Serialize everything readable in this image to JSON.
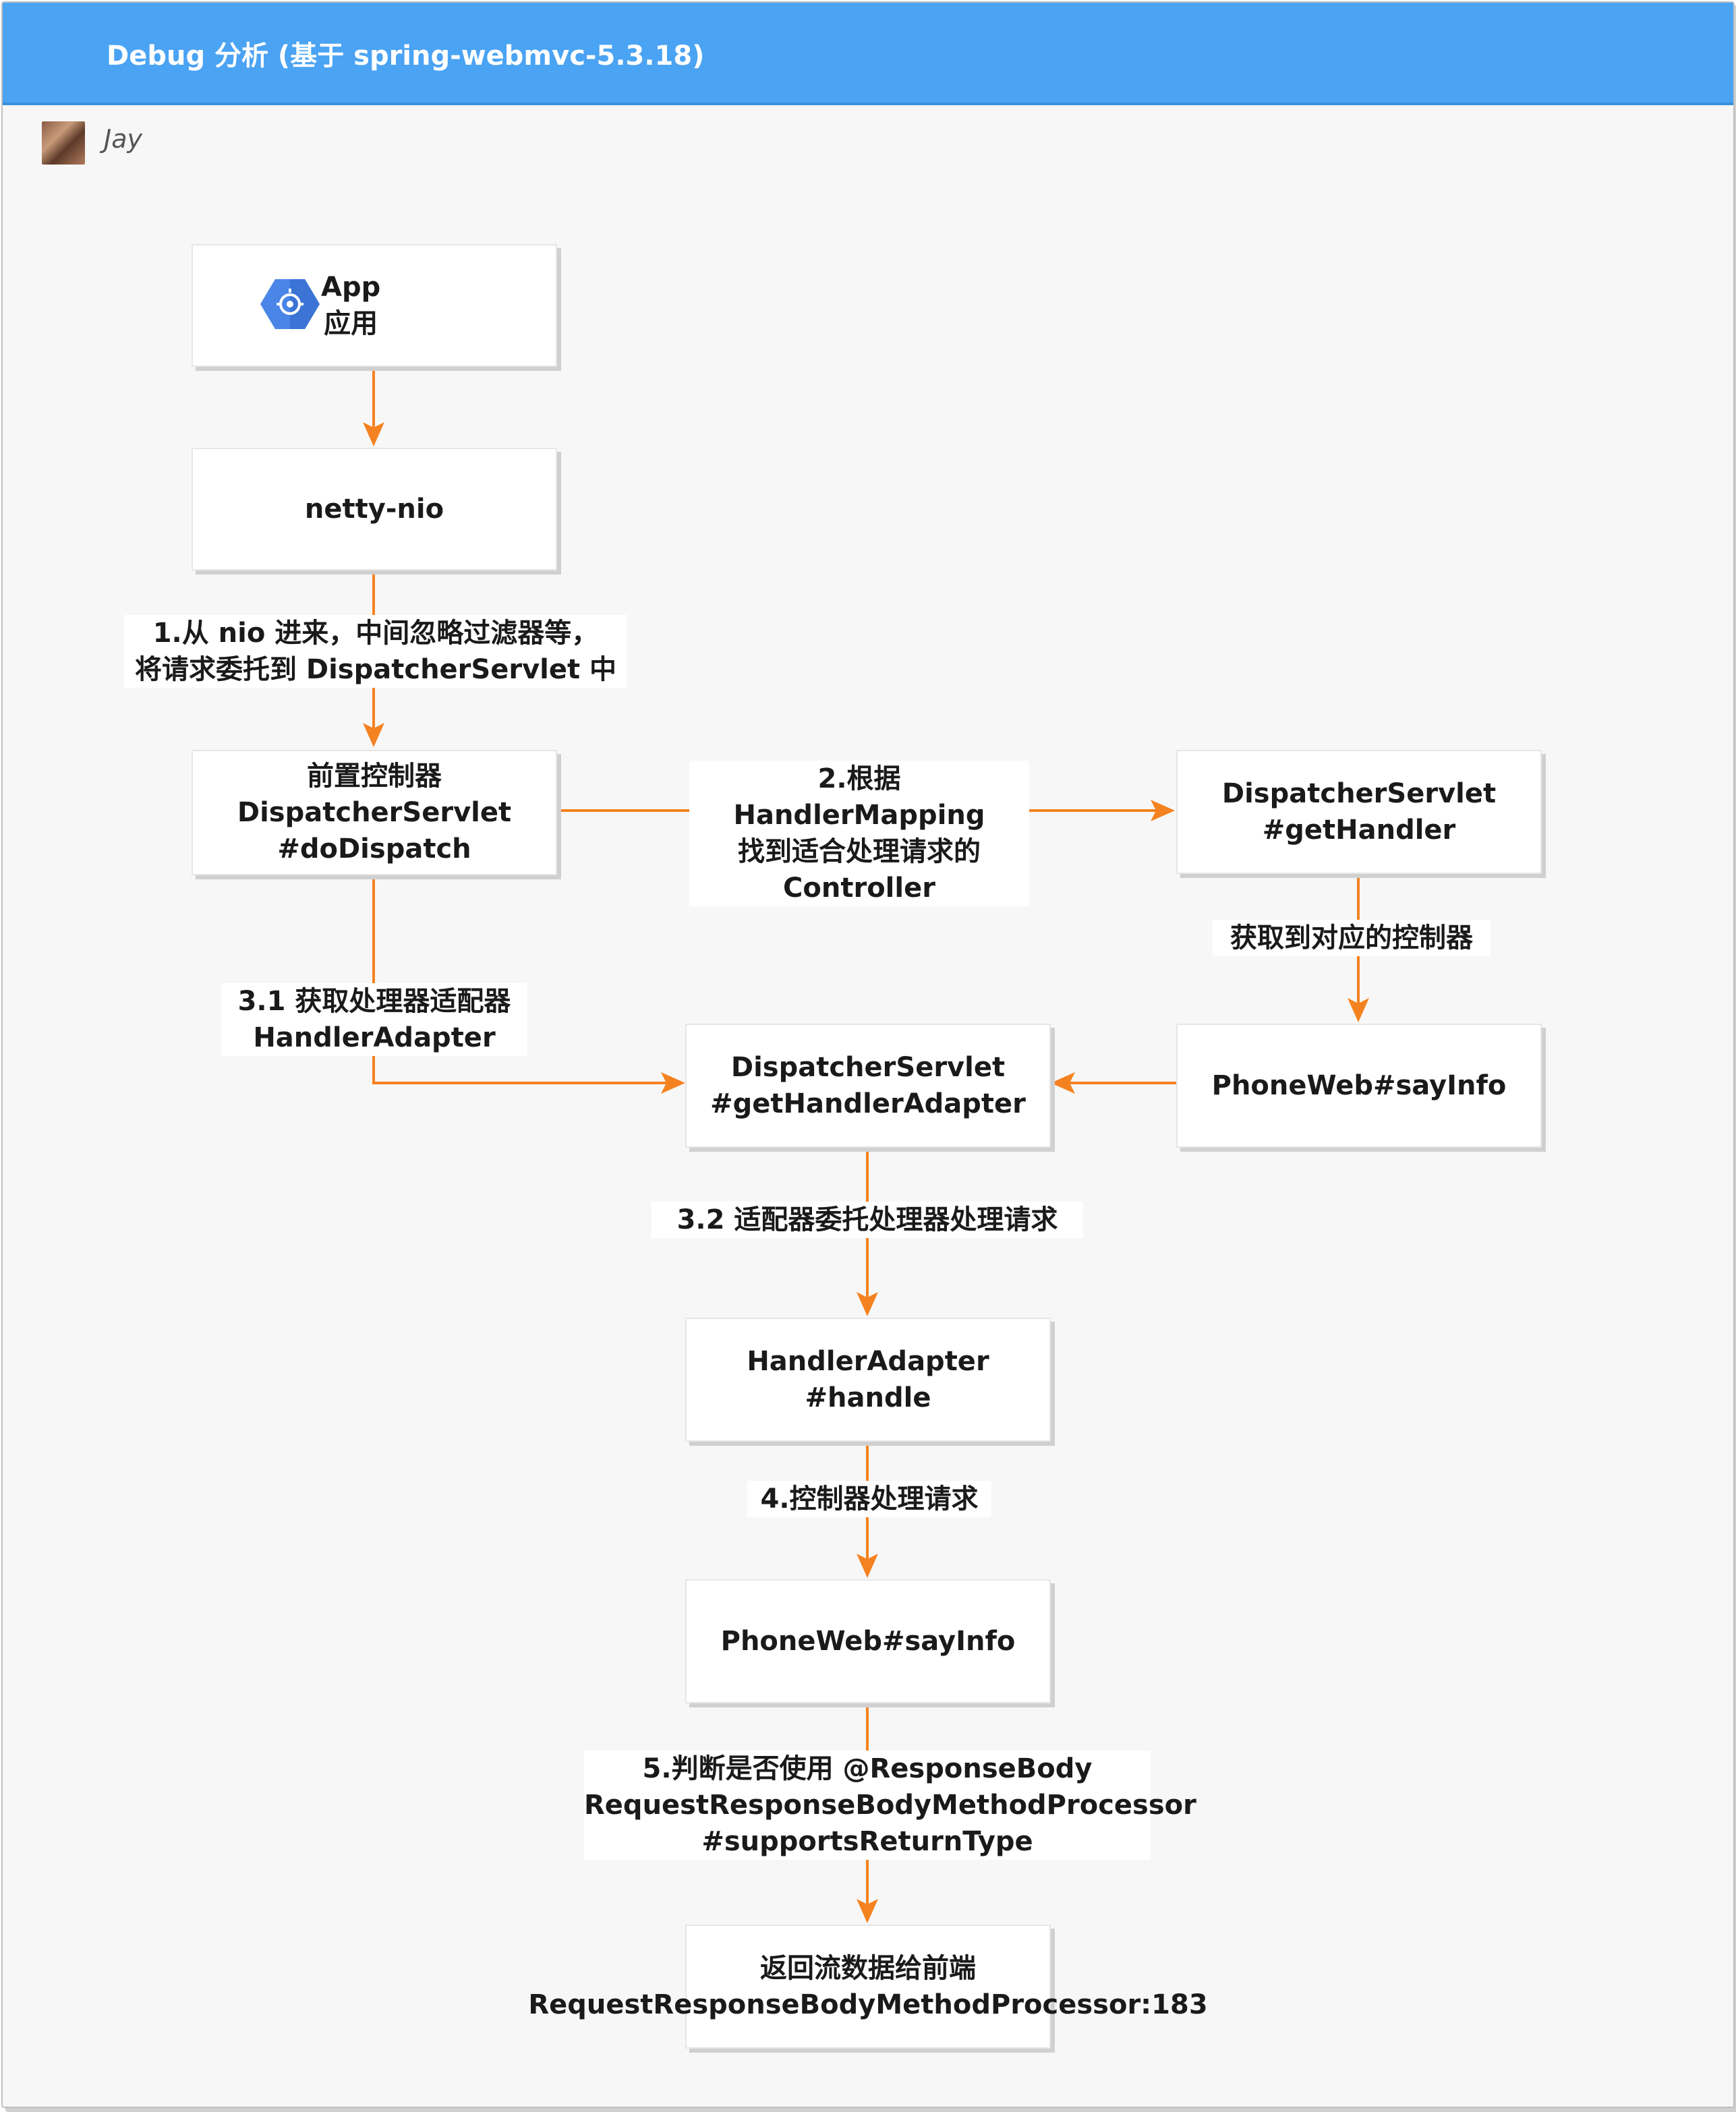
{
  "header": {
    "title": "Debug 分析 (基于 spring-webmvc-5.3.18)",
    "color": "#4aa3f3"
  },
  "author": {
    "name": "Jay"
  },
  "diagram": {
    "edge_color": "#f58220",
    "nodes": {
      "app": "App\n应用",
      "netty": "netty-nio",
      "do_dispatch": "前置控制器\nDispatcherServlet\n#doDispatch",
      "get_handler": "DispatcherServlet\n#getHandler",
      "say_info_1": "PhoneWeb#sayInfo",
      "get_handler_adapter": "DispatcherServlet\n#getHandlerAdapter",
      "handle": "HandlerAdapter\n#handle",
      "say_info_2": "PhoneWeb#sayInfo",
      "return_stream": "返回流数据给前端\nRequestResponseBodyMethodProcessor:183"
    },
    "edge_labels": {
      "step1": "1.从 nio 进来，中间忽略过滤器等，\n将请求委托到 DispatcherServlet 中",
      "step2": "2.根据 HandlerMapping\n找到适合处理请求的\nController",
      "get_controller": "获取到对应的控制器",
      "step3_1": "3.1 获取处理器适配器\nHandlerAdapter",
      "step3_2": "3.2 适配器委托处理器处理请求",
      "step4": "4.控制器处理请求",
      "step5": "5.判断是否使用 @ResponseBody\nRequestResponseBodyMethodProcessor\n#supportsReturnType"
    },
    "app_icon": "google-cloud-hexagon-icon"
  }
}
